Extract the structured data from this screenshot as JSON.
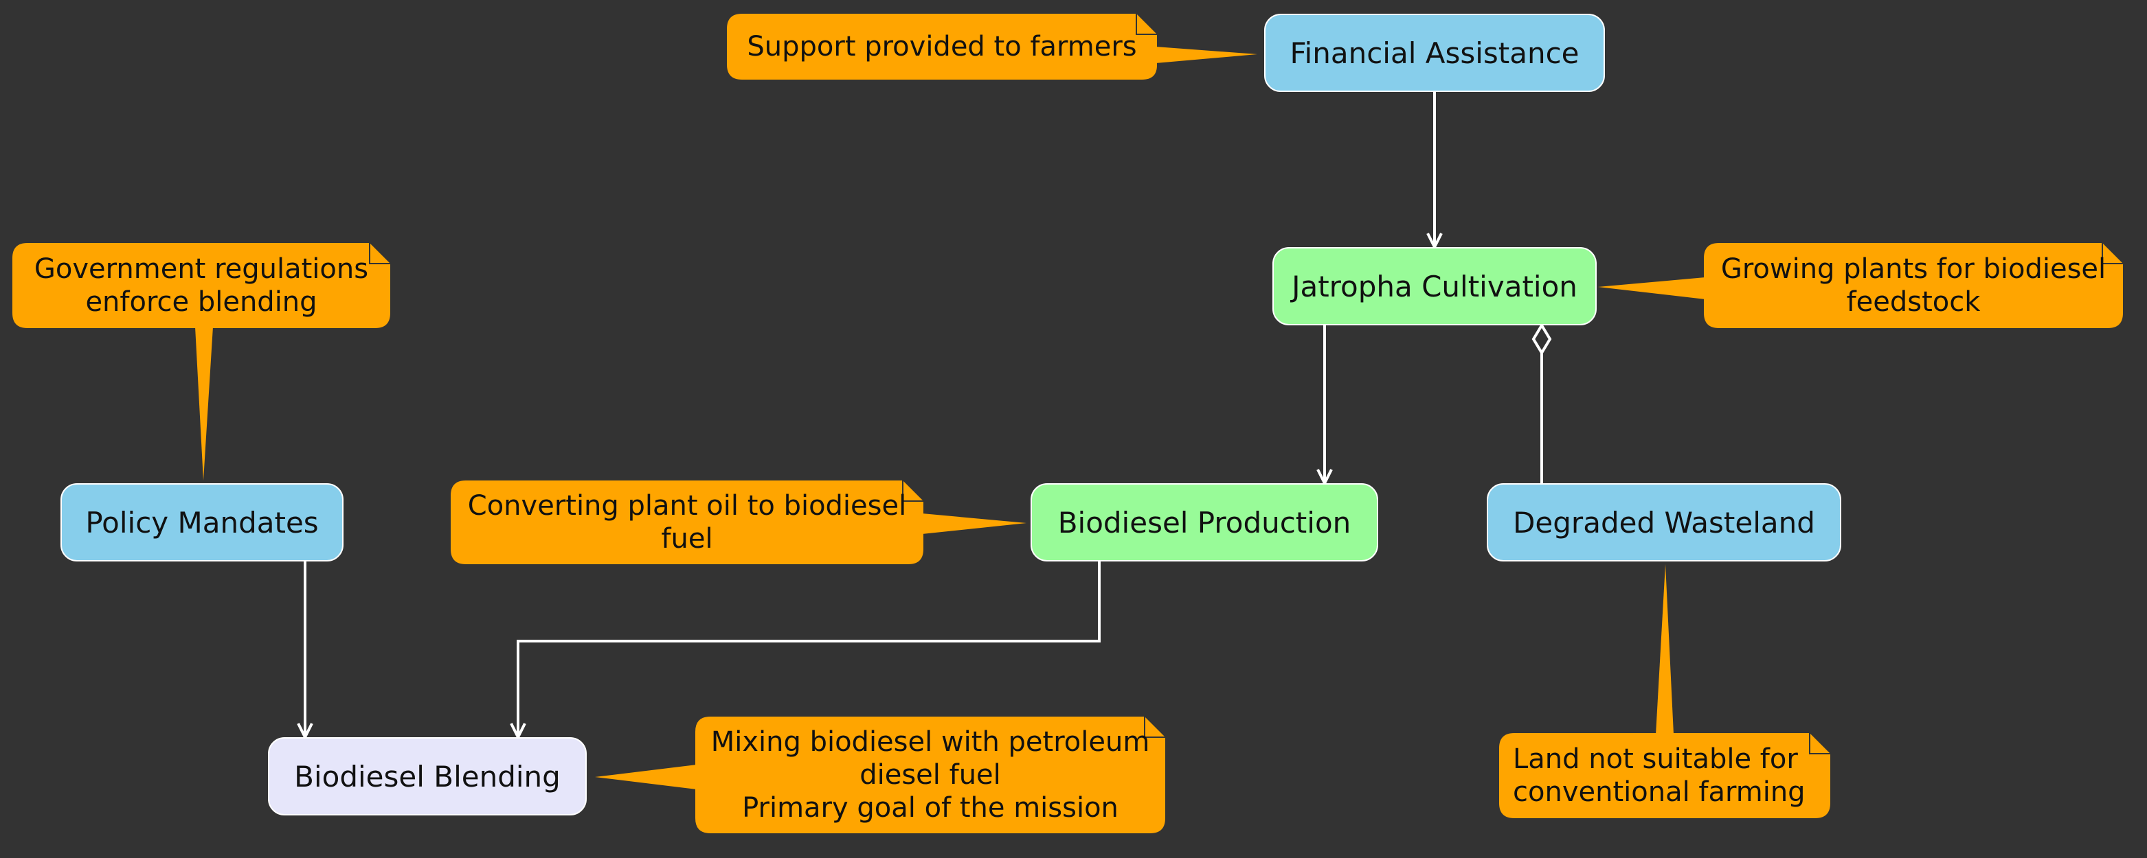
{
  "colors": {
    "background": "#333333",
    "blue_node": "#87CEEB",
    "green_node": "#98FB98",
    "lavender_node": "#E6E6FA",
    "note_fill": "#FFA500",
    "connector": "#FFFFFF"
  },
  "nodes": {
    "financial_assistance": "Financial Assistance",
    "jatropha_cultivation": "Jatropha Cultivation",
    "policy_mandates": "Policy Mandates",
    "biodiesel_production": "Biodiesel Production",
    "degraded_wasteland": "Degraded Wasteland",
    "biodiesel_blending": "Biodiesel Blending"
  },
  "notes": {
    "financial_assistance": [
      "Support provided to farmers"
    ],
    "jatropha_cultivation": [
      "Growing plants for biodiesel",
      "feedstock"
    ],
    "policy_mandates": [
      "Government regulations",
      "enforce blending"
    ],
    "biodiesel_production": [
      "Converting plant oil to biodiesel",
      "fuel"
    ],
    "degraded_wasteland": [
      "Land not suitable for",
      "conventional farming"
    ],
    "biodiesel_blending": [
      "Mixing biodiesel with petroleum",
      "diesel fuel",
      "Primary goal of the mission"
    ]
  }
}
